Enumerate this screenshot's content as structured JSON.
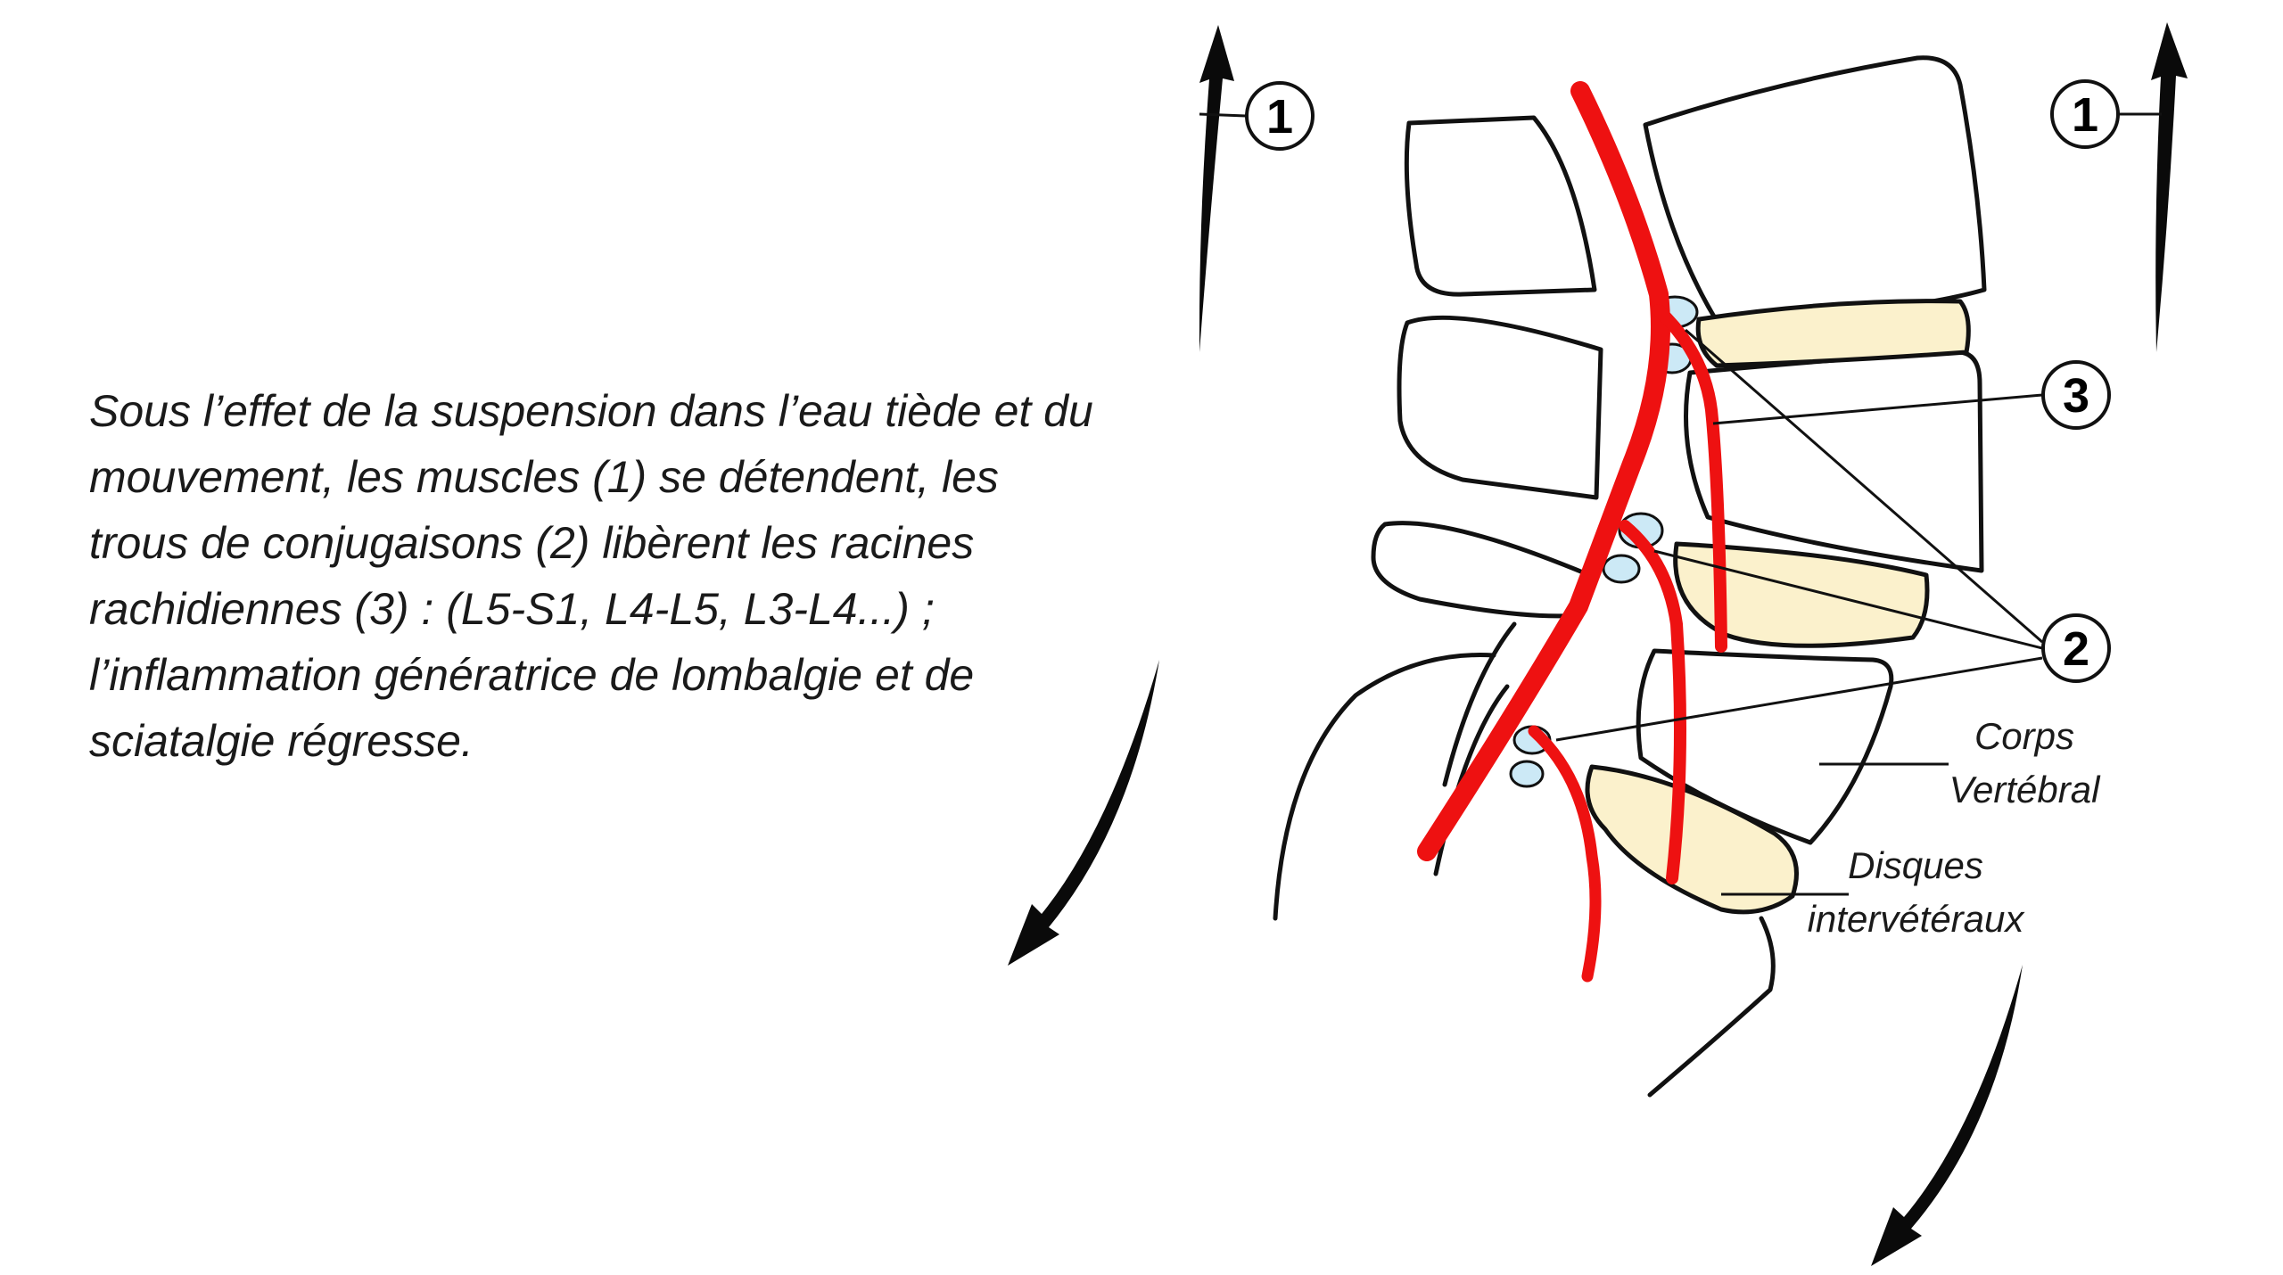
{
  "caption": {
    "lines": [
      "Sous l’effet de la suspension dans l’eau tiède et du",
      "mouvement, les muscles (1) se détendent, les",
      "trous de conjugaisons (2) libèrent les racines",
      "rachidiennes (3) : (L5-S1, L4-L5, L3-L4...) ;",
      "l’inflammation génératrice de lombalgie et de",
      "sciatalgie régresse."
    ]
  },
  "callouts": {
    "muscle_left": "1",
    "muscle_right": "1",
    "nerve_root": "3",
    "foramen": "2"
  },
  "labels": {
    "corps_line1": "Corps",
    "corps_line2": "Vertébral",
    "disques_line1": "Disques",
    "disques_line2": "intervétéraux"
  },
  "colors": {
    "nerve": "#ee1111",
    "disc": "#fbf1cc",
    "foramen": "#cce9f6",
    "outline": "#111111"
  }
}
